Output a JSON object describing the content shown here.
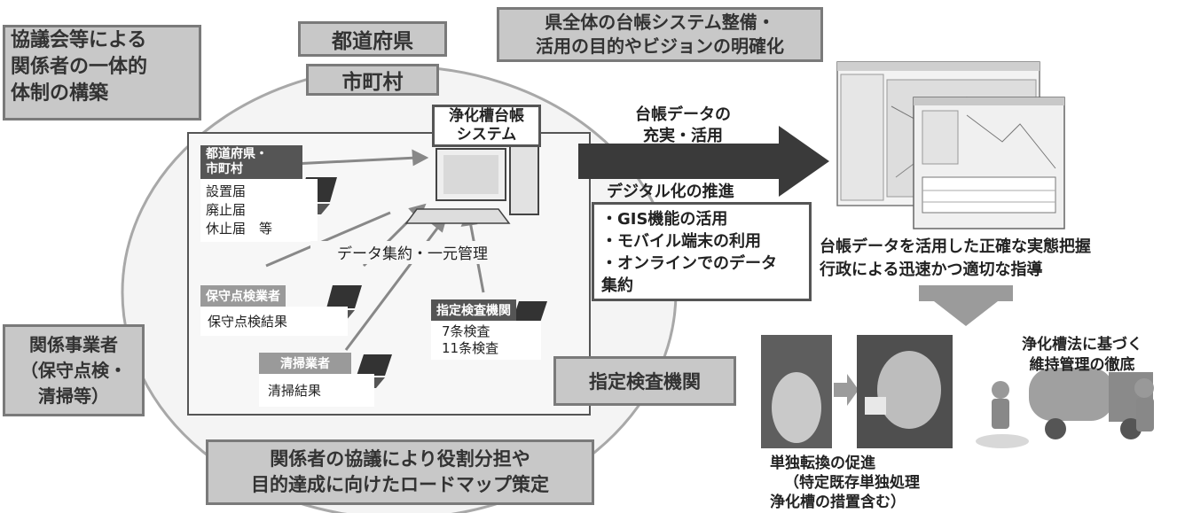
{
  "top": {
    "council_box": [
      "協議会等による",
      "関係者の一体的",
      "体制の構築"
    ],
    "prefecture_box": "都道府県",
    "municipality_box": "市町村",
    "vision_box": [
      "県全体の台帳システム整備・",
      "活用の目的やビジョンの明確化"
    ]
  },
  "center": {
    "system_box": [
      "浄化槽台帳",
      "システム"
    ],
    "pref_muni_label": [
      "都道府県・",
      "市町村"
    ],
    "pref_muni_docs": [
      "設置届",
      "廃止届",
      "休止届　等"
    ],
    "aggregation": "データ集約・一元管理",
    "maintenance_label": "保守点検業者",
    "maintenance_doc": "保守点検結果",
    "cleaning_label": "清掃業者",
    "cleaning_doc": "清掃結果",
    "inspection_label": "指定検査機関",
    "inspection_docs": [
      "7条検査",
      "11条検査"
    ]
  },
  "middle": {
    "enrich": [
      "台帳データの",
      "充実・活用"
    ],
    "digital": "デジタル化の推進",
    "measures": [
      "・GIS機能の活用",
      "・モバイル端末の利用",
      "・オンラインでのデータ",
      "集約"
    ],
    "inspection_box": "指定検査機関"
  },
  "left": {
    "operators_box": [
      "関係事業者",
      "（保守点検・",
      "清掃等）"
    ]
  },
  "bottom": {
    "roadmap_box": [
      "関係者の協議により役割分担や",
      "目的達成に向けたロードマップ策定"
    ]
  },
  "right": {
    "outcomes": [
      "台帳データを活用した正確な実態把握",
      "行政による迅速かつ適切な指導"
    ],
    "law_text": [
      "浄化槽法に基づく",
      "維持管理の徹底"
    ],
    "conversion": [
      "単独転換の促進",
      "（特定既存単独処理",
      "浄化槽の措置含む）"
    ]
  },
  "colors": {
    "box_fill": "#c8c8c8",
    "box_border": "#7a7a7a",
    "arrow": "#3a3a3a"
  }
}
